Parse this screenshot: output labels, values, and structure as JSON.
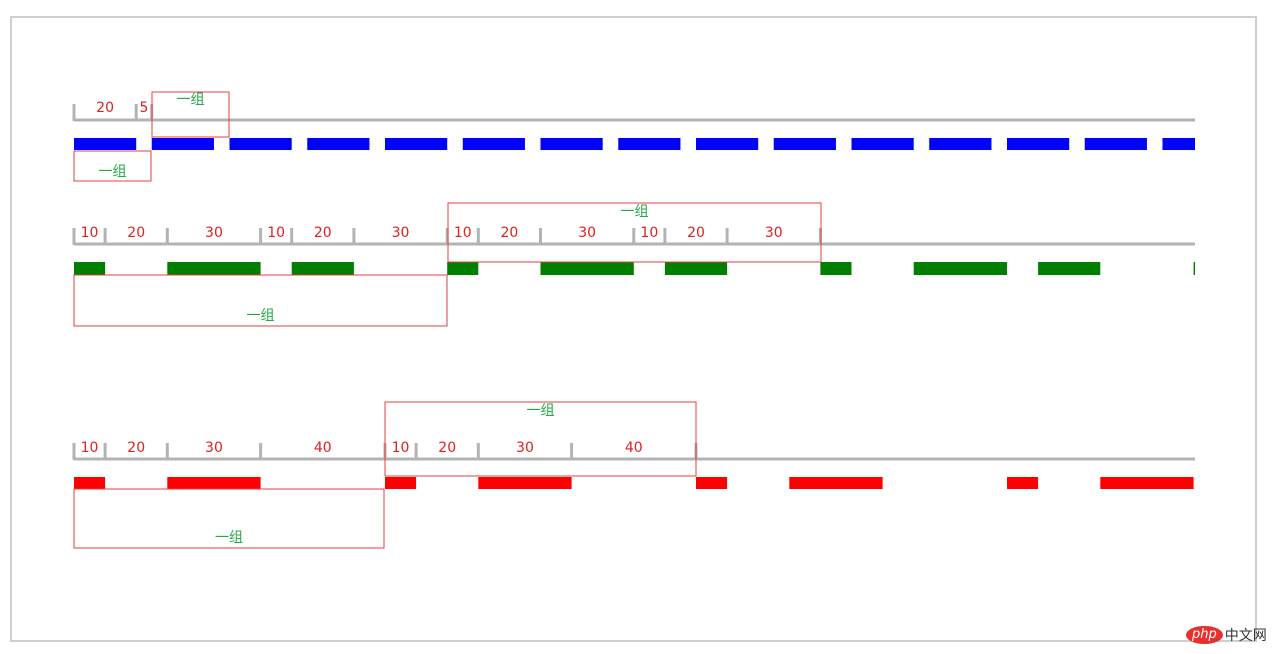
{
  "group_label": "一组",
  "colors": {
    "ruler": "#b3b3b3",
    "number": "#e02020",
    "group_text": "#22aa44",
    "group_box": "#e04040",
    "frame": "#cfcfcf"
  },
  "rows": [
    {
      "name": "blue",
      "color": "#0000ff",
      "pattern": [
        20,
        5
      ],
      "labels": [
        "20",
        "5"
      ],
      "repeat_groups": 1
    },
    {
      "name": "green",
      "color": "#008000",
      "pattern": [
        10,
        20,
        30,
        10,
        20,
        30
      ],
      "labels": [
        "10",
        "20",
        "30",
        "10",
        "20",
        "30"
      ],
      "repeat_groups": 2
    },
    {
      "name": "red",
      "color": "#ff0000",
      "pattern": [
        10,
        20,
        30,
        40
      ],
      "labels": [
        "10",
        "20",
        "30",
        "40"
      ],
      "repeat_groups": 2
    }
  ],
  "watermark": {
    "logo": "php",
    "name": "中文网"
  }
}
